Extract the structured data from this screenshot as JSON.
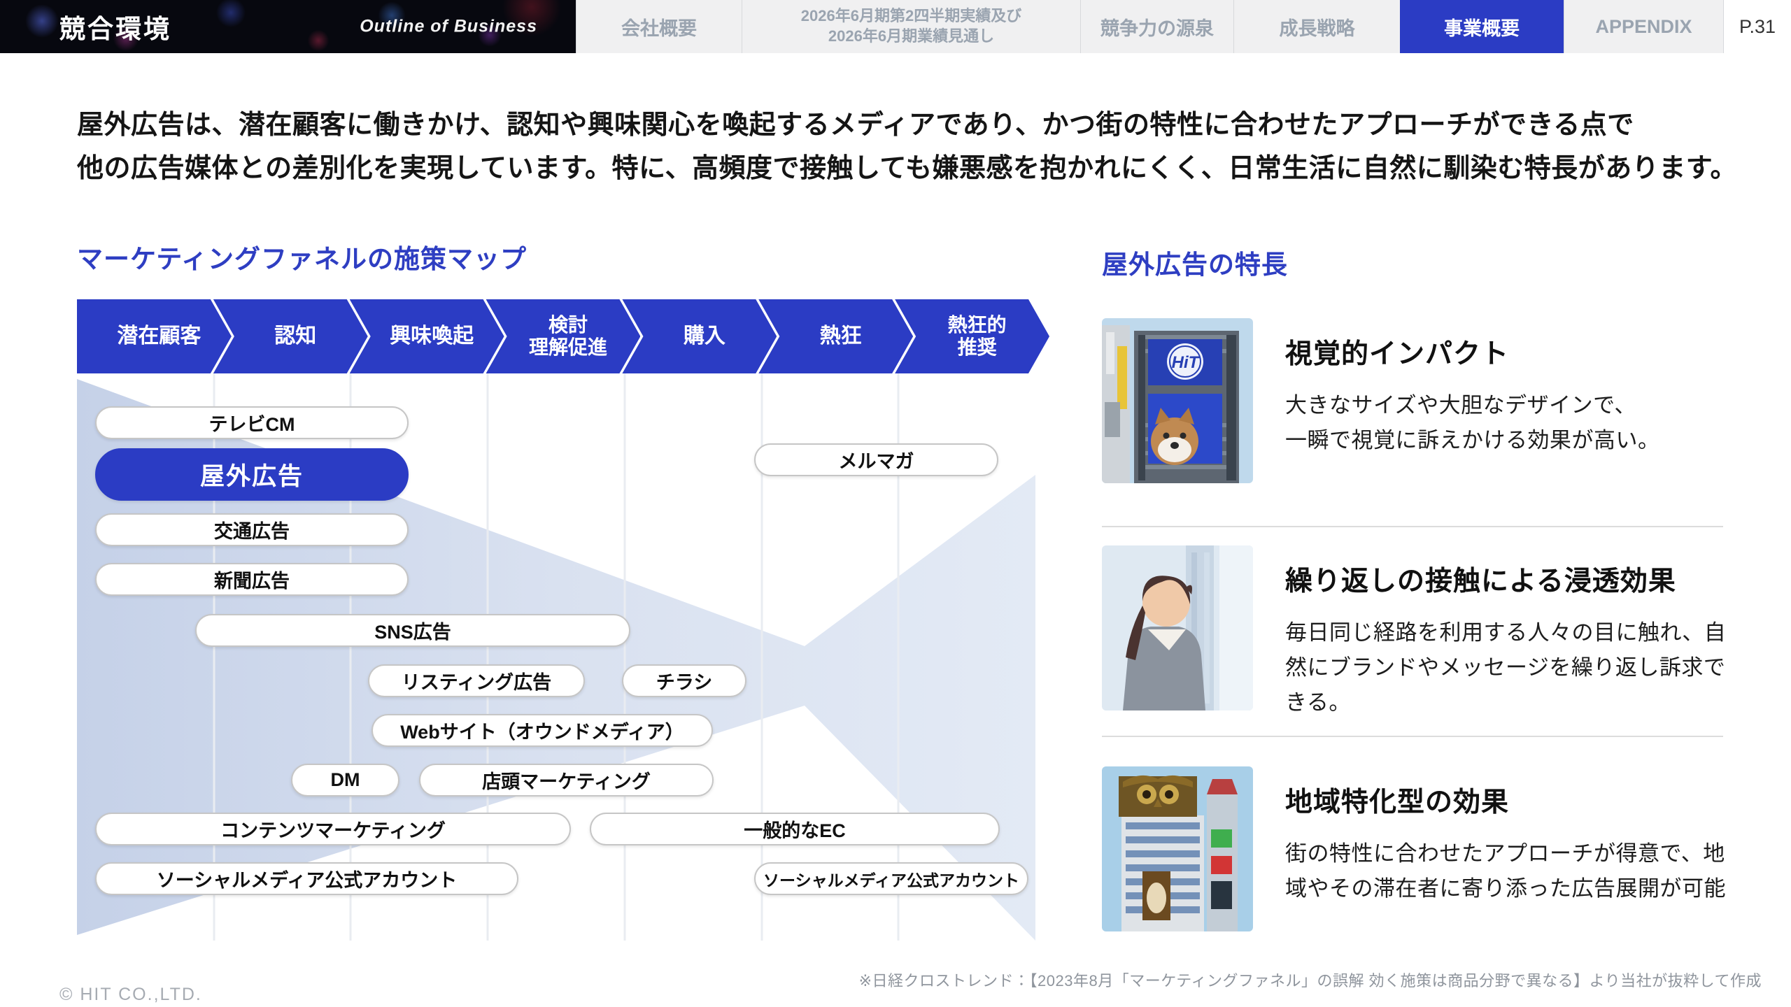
{
  "header": {
    "title": "競合環境",
    "subtitle": "Outline of Business",
    "page_label": "P.31",
    "tabs": [
      {
        "label": "会社概要",
        "active": false
      },
      {
        "label": "2026年6月期第2四半期実績及び\n2026年6月期業績見通し",
        "active": false
      },
      {
        "label": "競争力の源泉",
        "active": false
      },
      {
        "label": "成長戦略",
        "active": false
      },
      {
        "label": "事業概要",
        "active": true
      },
      {
        "label": "APPENDIX",
        "active": false
      }
    ]
  },
  "intro": {
    "line1": "屋外広告は、潜在顧客に働きかけ、認知や興味関心を喚起するメディアであり、かつ街の特性に合わせたアプローチができる点で",
    "line2": "他の広告媒体との差別化を実現しています。特に、高頻度で接触しても嫌悪感を抱かれにくく、日常生活に自然に馴染む特長があります。"
  },
  "funnel": {
    "title": "マーケティングファネルの施策マップ",
    "stages": [
      "潜在顧客",
      "認知",
      "興味喚起",
      "検討\n理解促進",
      "購入",
      "熱狂",
      "熱狂的\n推奨"
    ],
    "pills": [
      "テレビCM",
      "屋外広告",
      "交通広告",
      "新聞広告",
      "メルマガ",
      "SNS広告",
      "リスティング広告",
      "チラシ",
      "Webサイト（オウンドメディア）",
      "DM",
      "店頭マーケティング",
      "コンテンツマーケティング",
      "一般的なEC",
      "ソーシャルメディア公式アカウント",
      "ソーシャルメディア公式アカウント"
    ]
  },
  "features": {
    "title": "屋外広告の特長",
    "billboard_logo": "HiT",
    "items": [
      {
        "heading": "視覚的インパクト",
        "body": "大きなサイズや大胆なデザインで、\n一瞬で視覚に訴えかける効果が高い。"
      },
      {
        "heading": "繰り返しの接触による浸透効果",
        "body": "毎日同じ経路を利用する人々の目に触れ、自然にブランドやメッセージを繰り返し訴求できる。"
      },
      {
        "heading": "地域特化型の効果",
        "body": "街の特性に合わせたアプローチが得意で、地域やその滞在者に寄り添った広告展開が可能"
      }
    ]
  },
  "footer": {
    "source": "※日経クロストレンド：【2023年8月「マーケティングファネル」の誤解 効く施策は商品分野で異なる】より当社が抜粋して作成",
    "copyright": "© HIT CO.,LTD."
  },
  "colors": {
    "accent_blue": "#2b3cc4",
    "nav_bg": "#f0f0f1",
    "nav_text": "#9aa4b0",
    "funnel_fill_left": "#c5d1e8",
    "funnel_fill_right": "#e3eaf5"
  }
}
